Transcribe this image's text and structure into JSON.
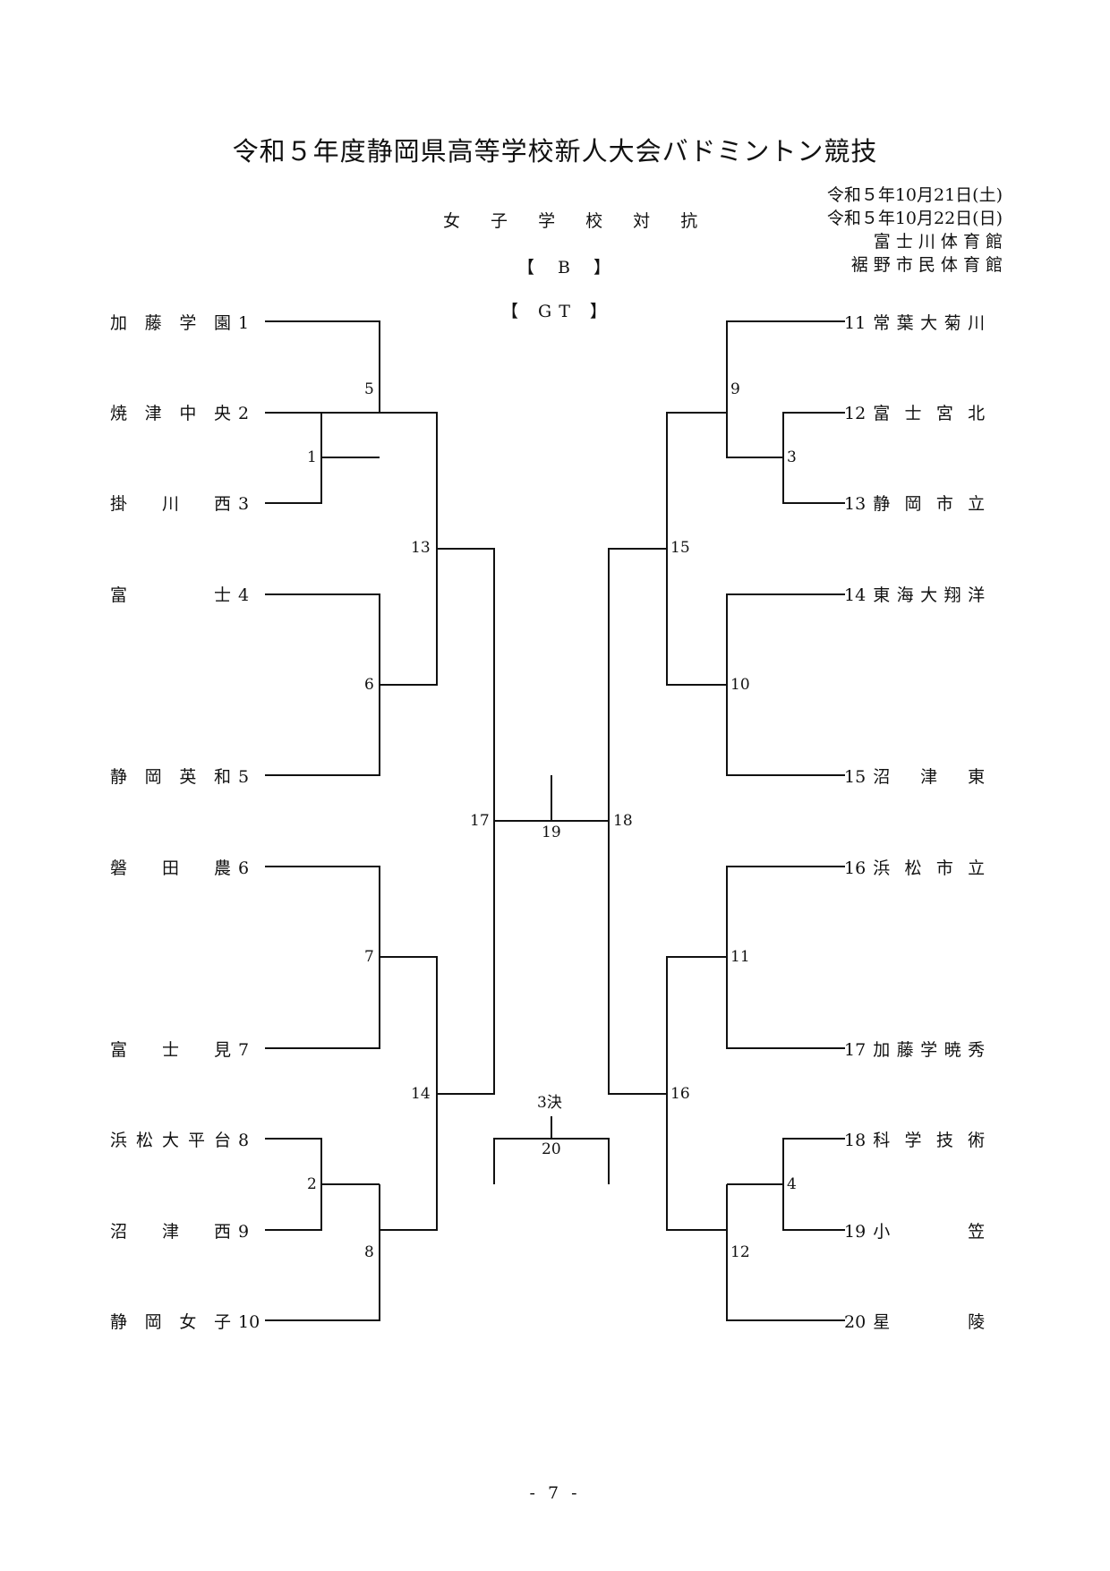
{
  "title": "令和５年度静岡県高等学校新人大会バドミントン競技",
  "subtitle": "女 子 学 校 対 抗",
  "block_label": "【 B 】",
  "group_label": "【 GT 】",
  "dates": [
    "令和５年10月21日(土)",
    "令和５年10月22日(日)"
  ],
  "venues": [
    "富 士 川 体 育 館",
    "裾 野 市 民 体 育 館"
  ],
  "left_teams": [
    {
      "num": "1",
      "name": "加藤学園"
    },
    {
      "num": "2",
      "name": "焼津中央"
    },
    {
      "num": "3",
      "name": "掛川西"
    },
    {
      "num": "4",
      "name": "富士"
    },
    {
      "num": "5",
      "name": "静岡英和"
    },
    {
      "num": "6",
      "name": "磐田農"
    },
    {
      "num": "7",
      "name": "富士見"
    },
    {
      "num": "8",
      "name": "浜松大平台"
    },
    {
      "num": "9",
      "name": "沼津西"
    },
    {
      "num": "10",
      "name": "静岡女子"
    }
  ],
  "right_teams": [
    {
      "num": "11",
      "name": "常葉大菊川"
    },
    {
      "num": "12",
      "name": "富士宮北"
    },
    {
      "num": "13",
      "name": "静岡市立"
    },
    {
      "num": "14",
      "name": "東海大翔洋"
    },
    {
      "num": "15",
      "name": "沼津東"
    },
    {
      "num": "16",
      "name": "浜松市立"
    },
    {
      "num": "17",
      "name": "加藤学暁秀"
    },
    {
      "num": "18",
      "name": "科学技術"
    },
    {
      "num": "19",
      "name": "小笠"
    },
    {
      "num": "20",
      "name": "星陵"
    }
  ],
  "match_labels": {
    "m1": "1",
    "m2": "2",
    "m3": "3",
    "m4": "4",
    "m5": "5",
    "m6": "6",
    "m7": "7",
    "m8": "8",
    "m9": "9",
    "m10": "10",
    "m11": "11",
    "m12": "12",
    "m13": "13",
    "m14": "14",
    "m15": "15",
    "m16": "16",
    "m17": "17",
    "m18": "18",
    "m19": "19",
    "m20": "20",
    "third_place": "3決"
  },
  "page_number": "- 7 -"
}
